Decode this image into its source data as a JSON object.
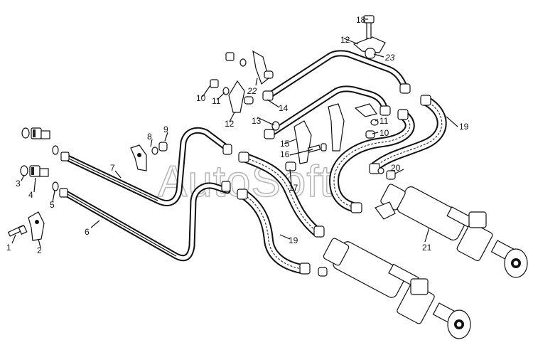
{
  "diagram": {
    "watermark": "AutoSoft",
    "part_labels": [
      {
        "id": "1",
        "text": "1"
      },
      {
        "id": "2",
        "text": "2"
      },
      {
        "id": "3",
        "text": "3"
      },
      {
        "id": "4",
        "text": "4"
      },
      {
        "id": "5",
        "text": "5"
      },
      {
        "id": "6",
        "text": "6"
      },
      {
        "id": "7",
        "text": "7"
      },
      {
        "id": "8",
        "text": "8"
      },
      {
        "id": "9",
        "text": "9"
      },
      {
        "id": "10a",
        "text": "10"
      },
      {
        "id": "11a",
        "text": "11"
      },
      {
        "id": "12a",
        "text": "12"
      },
      {
        "id": "22",
        "text": "22"
      },
      {
        "id": "13",
        "text": "13"
      },
      {
        "id": "14",
        "text": "14"
      },
      {
        "id": "15",
        "text": "15"
      },
      {
        "id": "16",
        "text": "16"
      },
      {
        "id": "17",
        "text": "17"
      },
      {
        "id": "18",
        "text": "18"
      },
      {
        "id": "12b",
        "text": "12"
      },
      {
        "id": "23",
        "text": "23"
      },
      {
        "id": "11b",
        "text": "11"
      },
      {
        "id": "10b",
        "text": "10"
      },
      {
        "id": "19a",
        "text": "19"
      },
      {
        "id": "20",
        "text": "20"
      },
      {
        "id": "21",
        "text": "21"
      },
      {
        "id": "19b",
        "text": "19"
      }
    ]
  }
}
